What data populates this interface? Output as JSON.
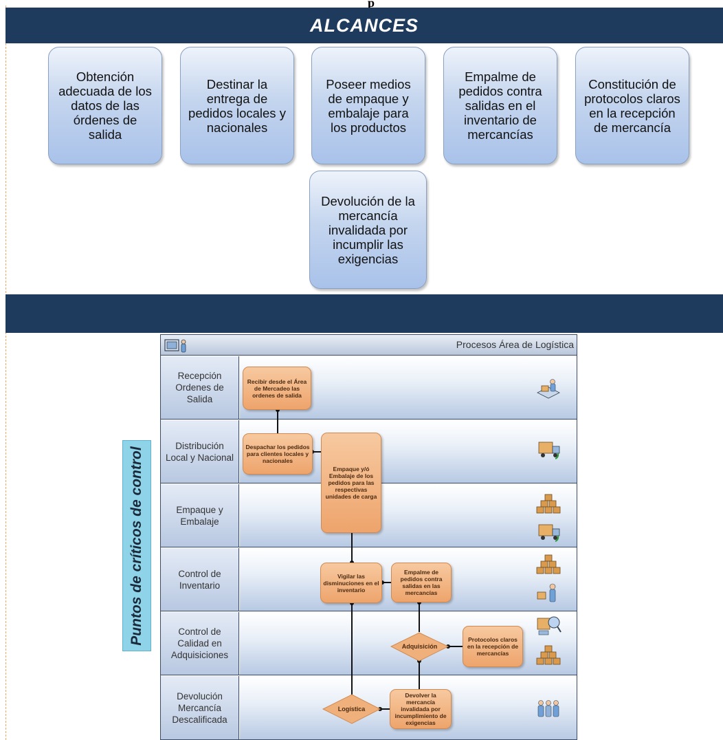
{
  "page": {
    "top_fragment": "p"
  },
  "alcances": {
    "title": "ALCANCES",
    "boxes": [
      "Obtención adecuada de los datos de las órdenes de salida",
      "Destinar la entrega de pedidos locales y nacionales",
      "Poseer medios de empaque y embalaje para los productos",
      "Empalme de pedidos contra salidas en el inventario de mercancías",
      "Constitución de protocolos claros en la recepción de mercancía",
      "Devolución de la mercancía invalidada por incumplir las exigencias"
    ]
  },
  "side_label": "Puntos de críticos de control",
  "diagram": {
    "title": "Procesos Área de Logística",
    "lanes": [
      "Recepción Ordenes de Salida",
      "Distribución Local y Nacional",
      "Empaque y Embalaje",
      "Control de Inventario",
      "Control de Calidad en Adquisiciones",
      "Devolución Mercancía Descalificada"
    ],
    "nodes": {
      "recibir": "Recibir desde el Área de Mercadeo las ordenes de salida",
      "despachar": "Despachar los pedidos para clientes locales y nacionales",
      "empaque": "Empaque y/ó Embalaje de los pedidos para las respectivas unidades de carga",
      "vigilar": "Vigilar las disminuciones en el inventario",
      "empalme": "Empalme de pedidos contra salidas en las mercancías",
      "adquisicion": "Adquisición",
      "protocolos": "Protocolos claros en la recepción de mercancías",
      "devolver": "Devolver la mercancía invalidada por incumplimiento de exigencias",
      "logistica": "Logística"
    }
  },
  "colors": {
    "band": "#1e3a5c",
    "box_blue": "#a9c2ea",
    "node_orange": "#eea46c",
    "side_note": "#8fd3e8"
  }
}
